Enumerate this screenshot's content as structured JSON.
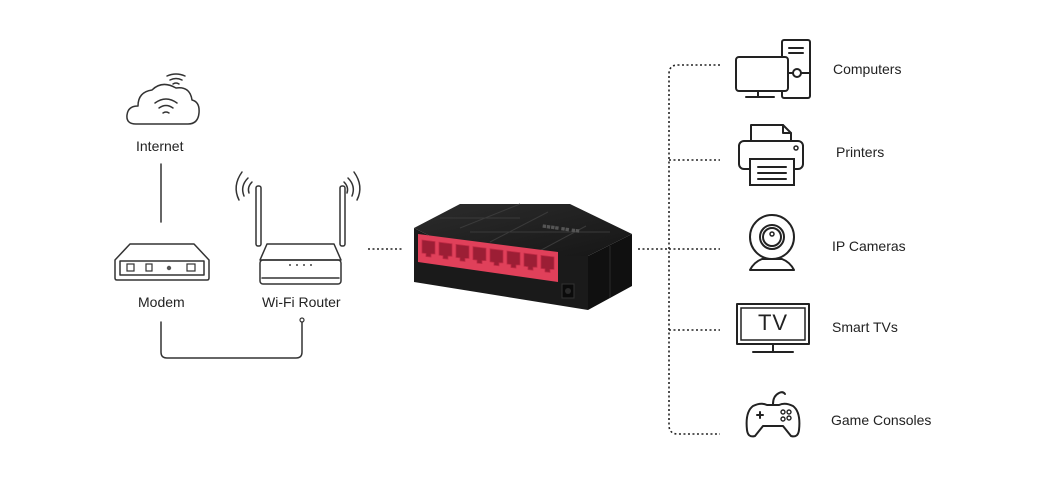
{
  "diagram": {
    "left": {
      "internet": {
        "label": "Internet",
        "icon": "cloud-wifi-icon"
      },
      "modem": {
        "label": "Modem",
        "icon": "modem-icon"
      },
      "router": {
        "label": "Wi-Fi Router",
        "icon": "wifi-router-icon"
      }
    },
    "center": {
      "switch": {
        "icon": "ethernet-switch-icon",
        "port_count": 8,
        "port_color": "#e0405a",
        "body_color": "#1c1c1c"
      }
    },
    "right": {
      "devices": [
        {
          "label": "Computers",
          "icon": "computer-icon"
        },
        {
          "label": "Printers",
          "icon": "printer-icon"
        },
        {
          "label": "IP Cameras",
          "icon": "webcam-icon"
        },
        {
          "label": "Smart TVs",
          "icon": "tv-icon",
          "icon_text": "TV"
        },
        {
          "label": "Game Consoles",
          "icon": "gamepad-icon"
        }
      ]
    }
  }
}
